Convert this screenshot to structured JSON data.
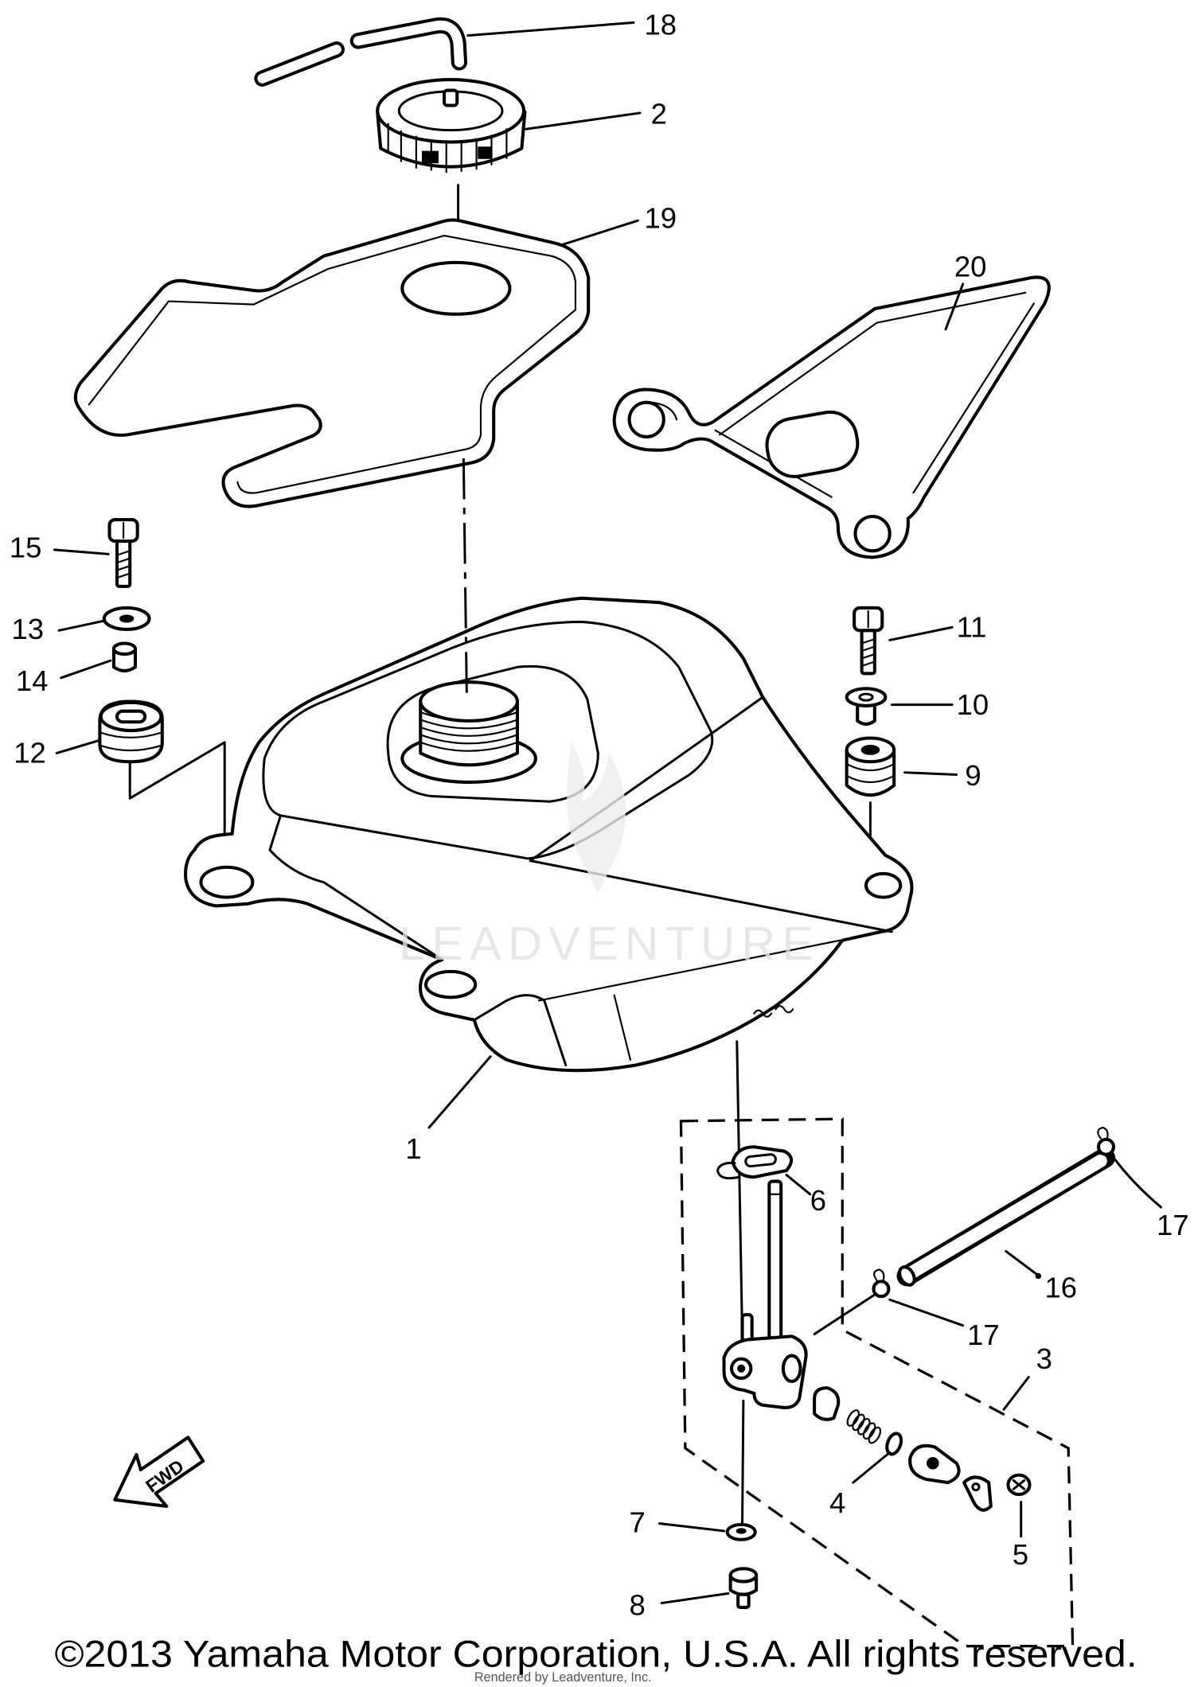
{
  "callouts": [
    "18",
    "2",
    "19",
    "20",
    "15",
    "13",
    "14",
    "12",
    "11",
    "10",
    "9",
    "1",
    "6",
    "17",
    "16",
    "17",
    "3",
    "4",
    "7",
    "5",
    "8"
  ],
  "fwd_label": "FWD",
  "copyright": "©2013 Yamaha Motor Corporation, U.S.A. All rights reserved.",
  "rendered_by": "Rendered by Leadventure, Inc.",
  "watermark": "LEADVENTURE"
}
